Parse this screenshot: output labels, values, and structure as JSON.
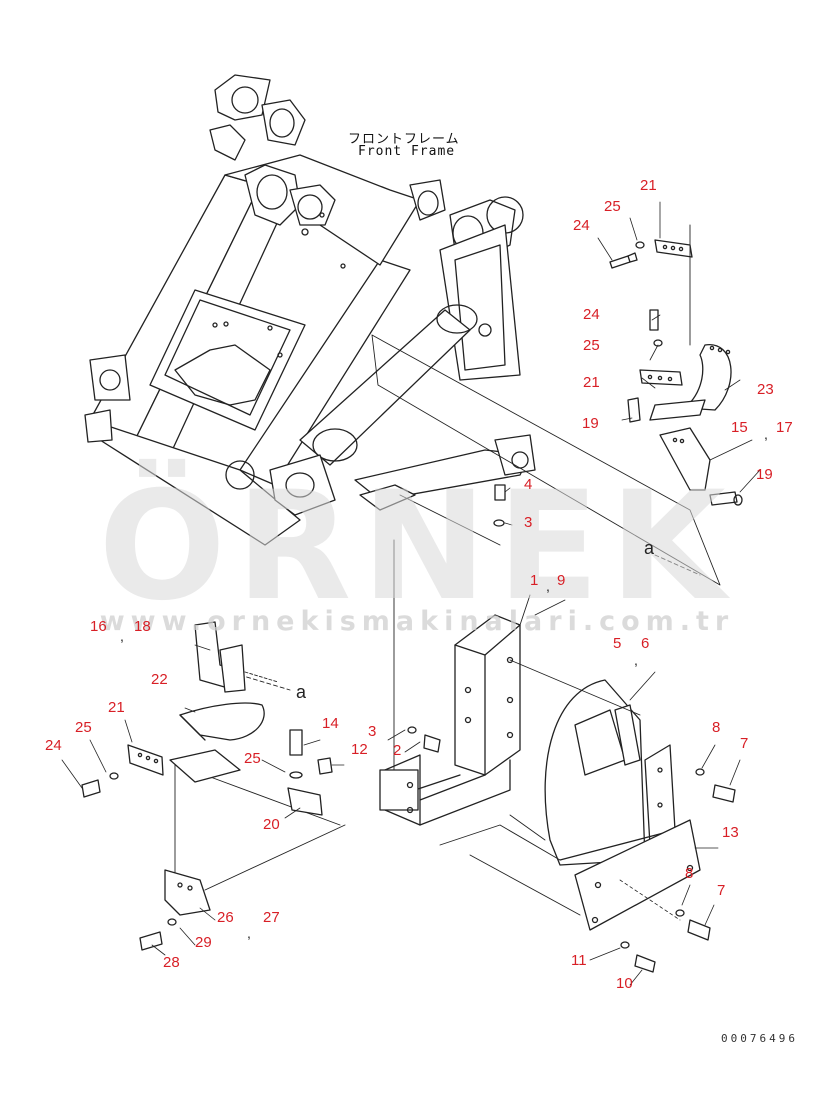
{
  "title": {
    "jp": "フロントフレーム",
    "en": "Front Frame"
  },
  "watermark": {
    "brand": "ÖRNEK",
    "url": "www.ornekismakinalari.com.tr"
  },
  "drawing_code": "00076496",
  "ref_marker": "a",
  "colors": {
    "label": "#d81f26",
    "line": "#222222",
    "watermark": "#d9d9d9",
    "accent": "#f3d27a"
  },
  "labels": {
    "l21a": "21",
    "l25a": "25",
    "l24a": "24",
    "l24b": "24",
    "l25b": "25",
    "l21b": "21",
    "l23": "23",
    "l19a": "19",
    "l15": "15",
    "l17": "17",
    "l19b": "19",
    "l4": "4",
    "l3a": "3",
    "l1": "1",
    "l9": "9",
    "l16": "16",
    "l18": "18",
    "l5": "5",
    "l6": "6",
    "l22": "22",
    "l21c": "21",
    "l25c": "25",
    "l24c": "24",
    "l14": "14",
    "l3b": "3",
    "l12": "12",
    "l2": "2",
    "l25d": "25",
    "l8a": "8",
    "l7a": "7",
    "l20": "20",
    "l13": "13",
    "l8b": "8",
    "l7b": "7",
    "l26": "26",
    "l27": "27",
    "l29": "29",
    "l28": "28",
    "l11": "11",
    "l10": "10"
  },
  "commas": {
    "c1": ",",
    "c2": ",",
    "c3": ",",
    "c4": ",",
    "c5": ","
  }
}
